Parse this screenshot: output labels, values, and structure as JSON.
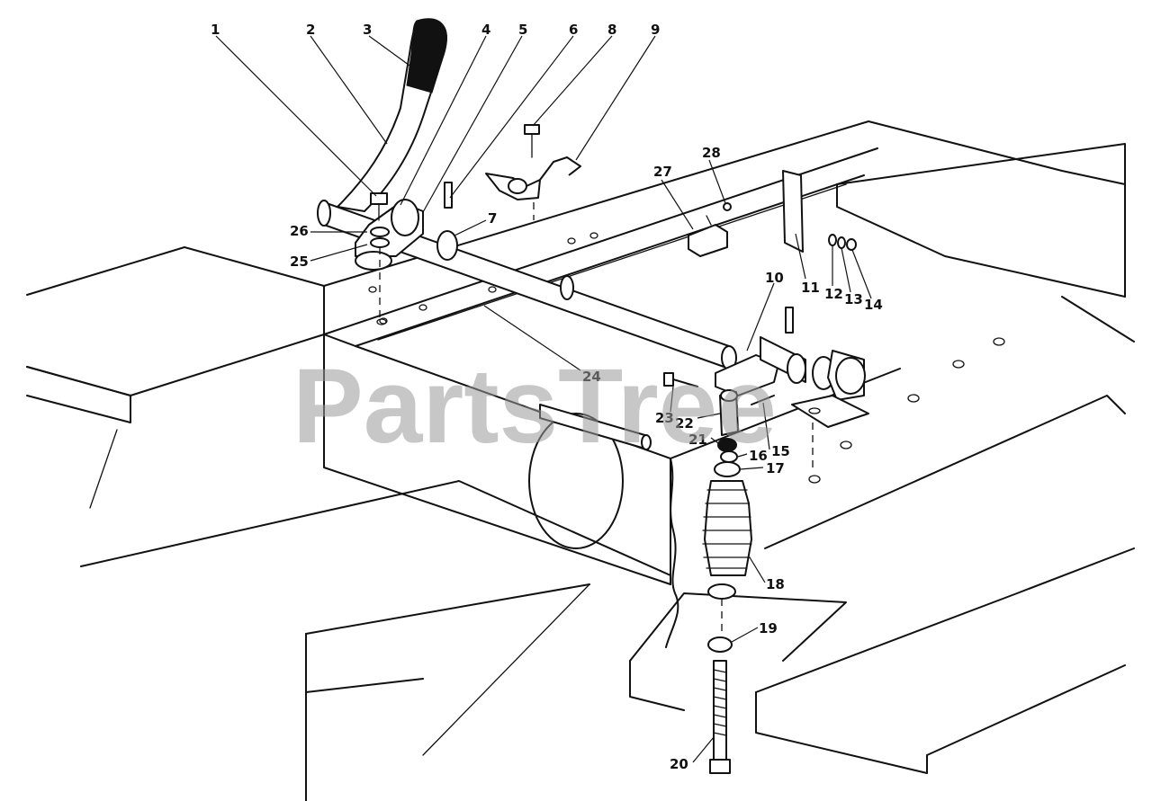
{
  "watermark": "PartsTree",
  "callouts": [
    "1",
    "2",
    "3",
    "4",
    "5",
    "6",
    "8",
    "9",
    "7",
    "26",
    "25",
    "27",
    "28",
    "10",
    "11",
    "12",
    "13",
    "14",
    "24",
    "23",
    "22",
    "21",
    "16",
    "15",
    "17",
    "18",
    "19",
    "20"
  ]
}
